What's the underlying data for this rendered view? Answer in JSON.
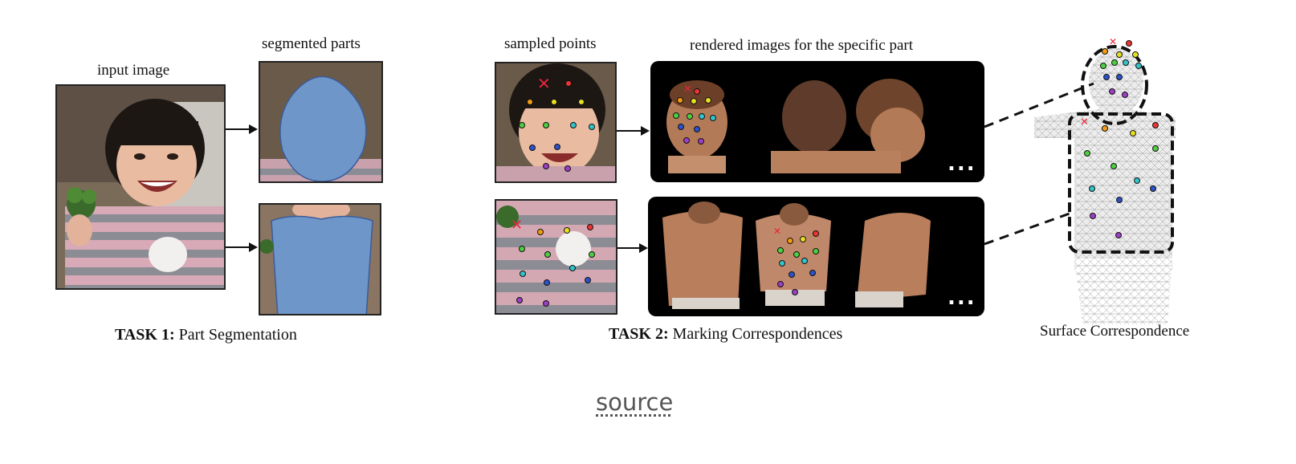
{
  "task1": {
    "input_label": "input image",
    "segmented_label": "segmented parts",
    "caption_bold": "TASK 1:",
    "caption_rest": " Part Segmentation"
  },
  "task2": {
    "sampled_label": "sampled points",
    "rendered_label": "rendered images for the specific part",
    "ellipsis": "...",
    "caption_bold": "TASK 2:",
    "caption_rest": " Marking Correspondences"
  },
  "surface": {
    "caption": "Surface Correspondence"
  },
  "footer": {
    "source_link": "source"
  },
  "colors": {
    "segmentation_overlay": "#6f96c9",
    "marker_x": "#e8253a",
    "panel_bg": "#000000"
  }
}
